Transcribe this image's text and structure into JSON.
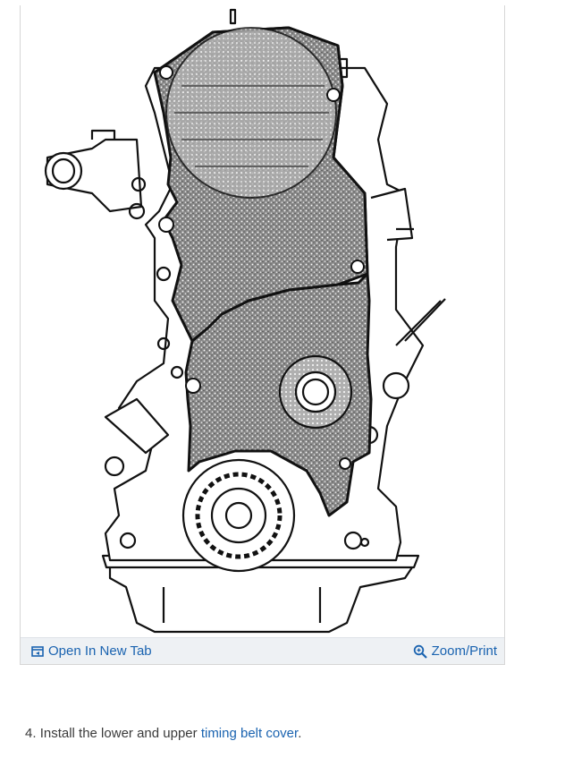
{
  "figure": {
    "image_alt": "Engine timing belt cover illustration",
    "open_tab_label": "Open In New Tab",
    "open_tab_icon": "external-tab-icon",
    "zoom_label": "Zoom/Print",
    "zoom_icon": "magnifier-icon"
  },
  "step": {
    "number": "4.",
    "text_before": "Install the lower and upper",
    "link_text": "timing belt cover",
    "text_after": "."
  },
  "colors": {
    "link": "#1a63b0",
    "toolbar_bg": "#eef1f4"
  }
}
